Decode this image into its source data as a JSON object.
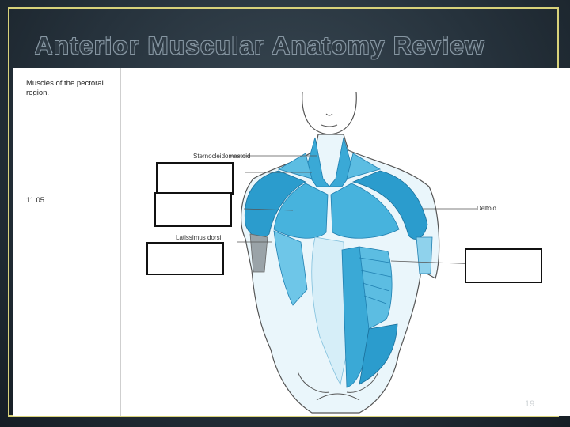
{
  "slide": {
    "title": "Anterior Muscular Anatomy Review",
    "page_number": "19"
  },
  "figure": {
    "caption": "Muscles of the pectoral region.",
    "figure_number": "11.05",
    "labels": {
      "sternocleidomastoid": "Sternocleidomastoid",
      "deltoid": "Deltoid",
      "latissimus": "Latissimus dorsi"
    }
  },
  "colors": {
    "muscle": "#3aa9d6",
    "muscle_dark": "#1f7fb0",
    "muscle_light": "#8fd2ec",
    "frame": "#d8d27a"
  }
}
